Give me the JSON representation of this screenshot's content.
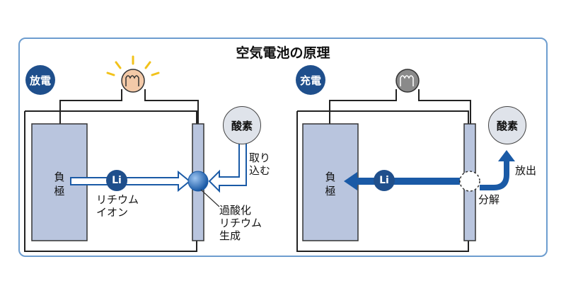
{
  "title": "空気電池の原理",
  "discharge": {
    "badge": "放電",
    "negative_electrode": "負\n極",
    "li_ion_badge": "Li",
    "li_ion_label": "リチウム\nイオン",
    "oxygen": "酸素",
    "intake_label": "取り\n込む",
    "product_label": "過酸化\nリチウム\n生成",
    "bulb_state": "lit"
  },
  "charge": {
    "badge": "充電",
    "negative_electrode": "負\n極",
    "li_ion_badge": "Li",
    "oxygen": "酸素",
    "release_label": "放出",
    "decompose_label": "分解",
    "bulb_state": "off"
  },
  "colors": {
    "frame_border": "#6d9dcf",
    "electrode_fill": "#b9c5de",
    "badge_fill": "#1f4f8c",
    "arrow_blue": "#1a5aa6",
    "bulb_lit": "#f3c9a8",
    "ray_color": "#f2c21a",
    "bulb_off": "#8a8a8a"
  }
}
